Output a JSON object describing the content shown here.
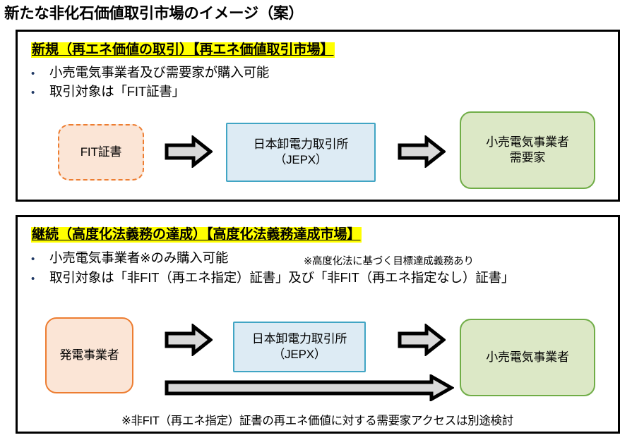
{
  "page": {
    "title": "新たな非化石価値取引市場のイメージ（案）"
  },
  "sections": [
    {
      "id": "new-market",
      "heading": "新規（再エネ価値の取引）【再エネ価値取引市場】",
      "bullets": [
        {
          "marker": "•",
          "text": "小売電気事業者及び需要家が購入可能"
        },
        {
          "marker": "•",
          "text": "取引対象は「FIT証書」"
        }
      ],
      "flow": {
        "source": "FIT証書",
        "exchange": "日本卸電力取引所\n（JEPX）",
        "buyer": "小売電気事業者\n需要家"
      }
    },
    {
      "id": "continue-market",
      "heading": "継続（高度化法義務の達成）【高度化法義務達成市場】",
      "bullets": [
        {
          "marker": "•",
          "text": "小売電気事業者※のみ購入可能"
        },
        {
          "marker": "•",
          "text": "取引対象は「非FIT（再エネ指定）証書」及び「非FIT（再エネ指定なし）証書」"
        }
      ],
      "side_note": "※高度化法に基づく目標達成義務あり",
      "flow": {
        "source": "発電事業者",
        "exchange": "日本卸電力取引所\n（JEPX）",
        "buyer": "小売電気事業者"
      },
      "footnote": "※非FIT（再エネ指定）証書の再エネ価値に対する需要家アクセスは別途検討"
    }
  ],
  "colors": {
    "highlight": "#ffff00",
    "panel_border": "#000000",
    "certificate_fill": "#fbe5d6",
    "certificate_border": "#ed7d31",
    "exchange_fill": "#ddebf4",
    "exchange_border": "#41a5c4",
    "buyer_fill": "#dce8c6",
    "buyer_border": "#70ad47",
    "arrow_fill": "#d9d9d9",
    "arrow_border": "#000000",
    "bullet_marker": "#1f3864"
  }
}
